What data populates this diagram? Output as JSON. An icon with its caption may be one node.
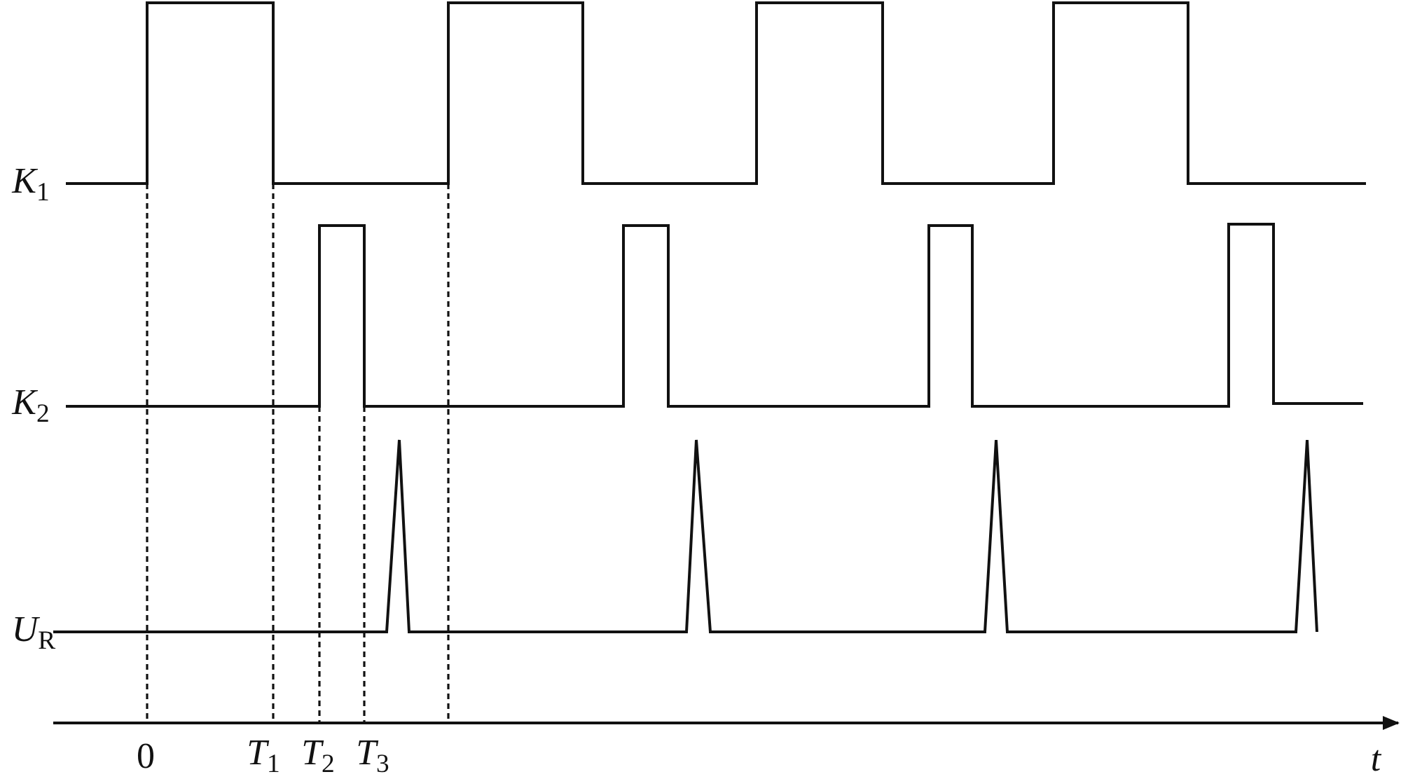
{
  "diagram": {
    "labels": [
      "*K*$_{1}$",
      "*K*$_{2}$",
      "*U*$_{R}$",
      "0",
      "*T*$_{1}$",
      "*T*$_{2}$",
      "*T*$_{3}$",
      "t"
    ]
  }
}
